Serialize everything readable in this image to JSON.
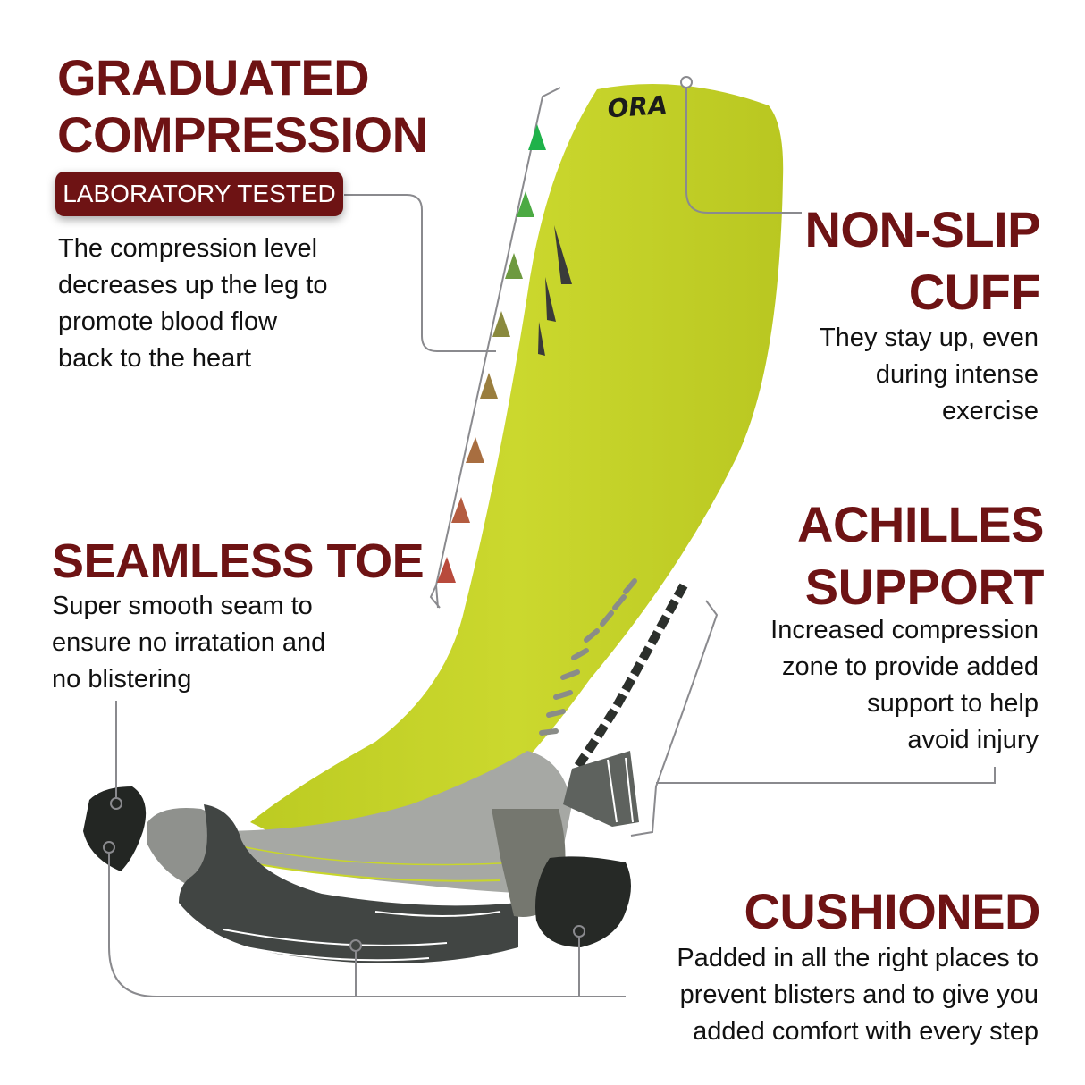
{
  "colors": {
    "heading": "#6e1314",
    "body_text": "#111111",
    "badge_bg": "#6e1314",
    "badge_text": "#ffffff",
    "sock_yellow": "#c8d62a",
    "callout_line": "#8a8a8e",
    "gradient_arrows": [
      "#1fb24a",
      "#4caa43",
      "#6e9a40",
      "#8a8a3e",
      "#9a7e3e",
      "#a86e40",
      "#b45c40",
      "#b84a3c"
    ]
  },
  "brand_partial": "ORA",
  "sections": {
    "graduated": {
      "heading": [
        "GRADUATED",
        "COMPRESSION"
      ],
      "badge": "LABORATORY TESTED",
      "body": [
        "The compression level",
        "decreases up the leg to",
        "promote blood flow",
        "back to the heart"
      ]
    },
    "nonslip": {
      "heading": [
        "NON-SLIP",
        "CUFF"
      ],
      "body": [
        "They stay up, even",
        "during intense",
        "exercise"
      ]
    },
    "seamless": {
      "heading": [
        "SEAMLESS TOE"
      ],
      "body": [
        "Super smooth seam to",
        "ensure no irratation and",
        "no blistering"
      ]
    },
    "achilles": {
      "heading": [
        "ACHILLES",
        "SUPPORT"
      ],
      "body": [
        "Increased compression",
        "zone to provide added",
        "support to help",
        "avoid injury"
      ]
    },
    "cushioned": {
      "heading": [
        "CUSHIONED"
      ],
      "body": [
        "Padded in all the right places to",
        "prevent blisters and to give you",
        "added comfort with every step"
      ]
    }
  }
}
